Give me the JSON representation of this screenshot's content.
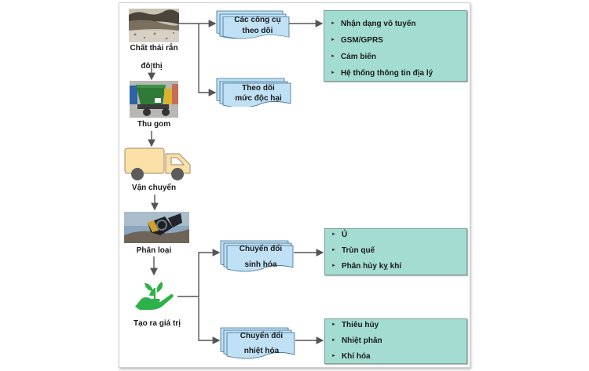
{
  "diagram": {
    "stages": [
      {
        "label_line1": "Chất thải rắn",
        "label_line2": "đô thị",
        "icon": "landfill-photo"
      },
      {
        "label": "Thu gom",
        "icon": "garbage-truck-photo"
      },
      {
        "label": "Vận chuyển",
        "icon": "truck-icon"
      },
      {
        "label": "Phân loại",
        "icon": "sorting-machine-photo"
      },
      {
        "label": "Tạo ra giá trị",
        "icon": "hand-plant-icon"
      }
    ],
    "branches": [
      {
        "title_line1": "Các công cụ",
        "title_line2": "theo dõi",
        "items": [
          "Nhận dạng vô tuyến",
          "GSM/GPRS",
          "Cảm biến",
          "Hệ thống thông tin địa lý"
        ]
      },
      {
        "title_line1": "Theo dõi",
        "title_line2": "mức độc hại",
        "items": []
      },
      {
        "title_line1": "Chuyển đổi",
        "title_line2": "sinh hóa",
        "items": [
          "Ủ",
          "Trùn quế",
          "Phân hủy kỵ khí"
        ]
      },
      {
        "title_line1": "Chuyển đổi",
        "title_line2": "nhiệt hóa",
        "items": [
          "Thiêu hủy",
          "Nhiệt phân",
          "Khí hóa"
        ]
      }
    ],
    "bullet_glyph": "►",
    "colors": {
      "doc_fill": "#bfe0f5",
      "doc_stroke": "#3d6d8f",
      "teal_fill": "#a3ddd2",
      "connector": "#555555",
      "truck_body": "#fbe0a8",
      "plant_green": "#2db24a"
    }
  }
}
